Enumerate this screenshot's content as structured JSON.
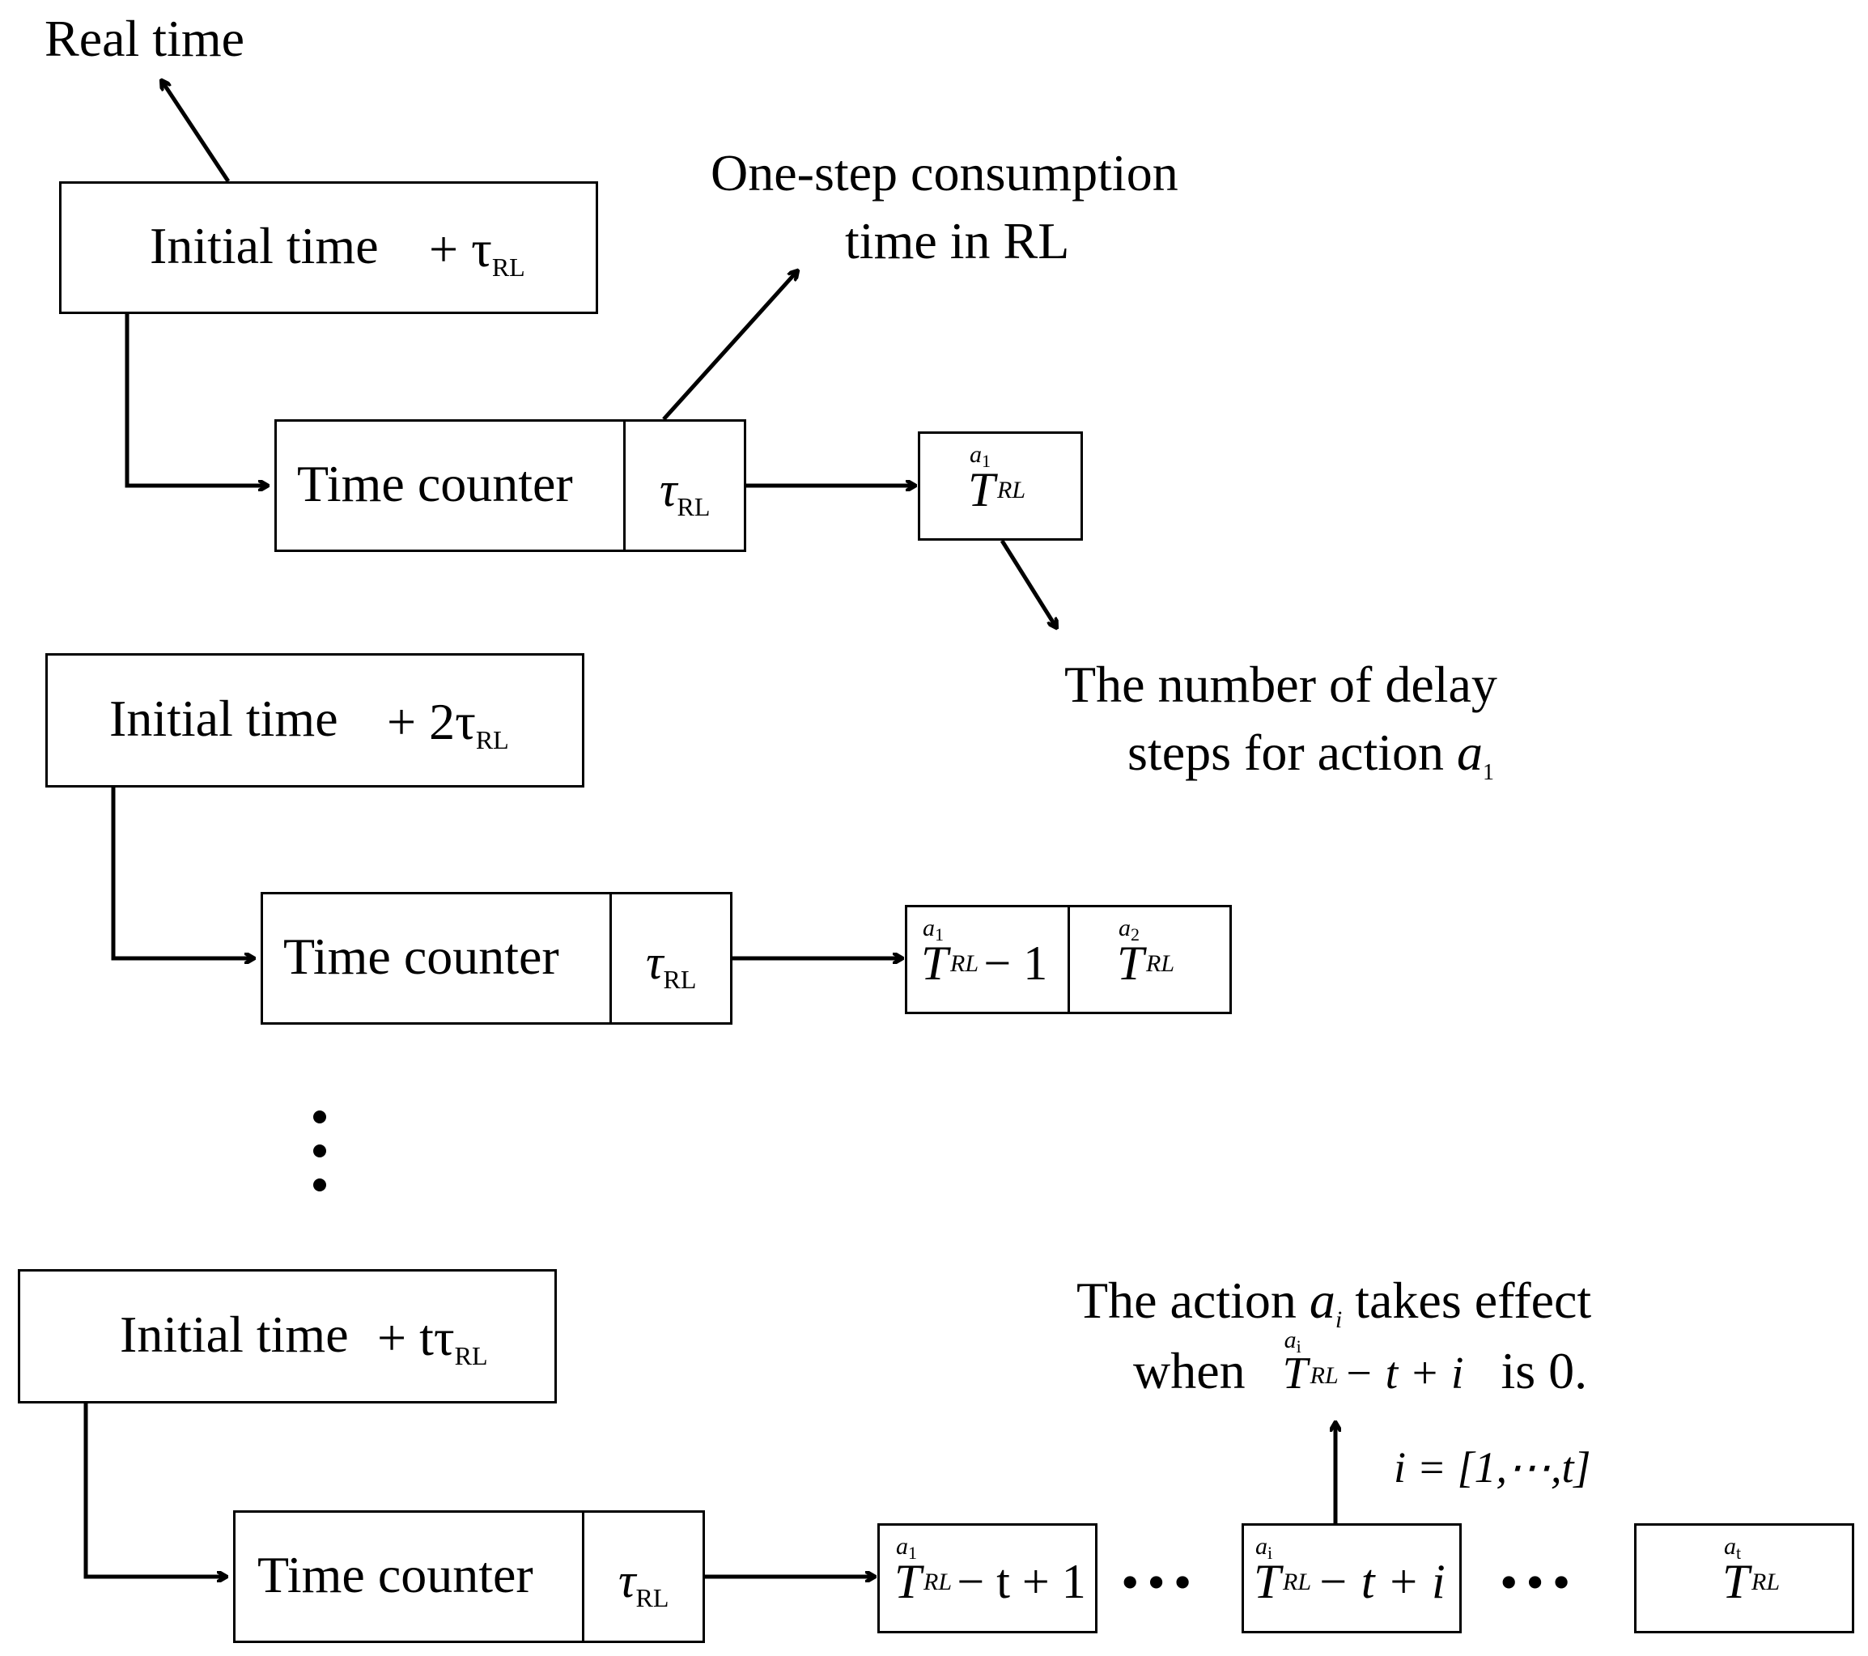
{
  "labels": {
    "real_time": "Real time",
    "one_step_line1": "One-step consumption",
    "one_step_line2": "time in RL",
    "delay_line1": "The number of delay",
    "delay_line2": "steps for action",
    "effect_line1_a": "The action",
    "effect_line1_b": "takes effect",
    "effect_line2_a": "when",
    "effect_line2_b": "is 0.",
    "index_range": "i = [1,⋯,t]"
  },
  "rows": [
    {
      "initial_label": "Initial time",
      "initial_suffix": "+ τ",
      "counter_label": "Time counter"
    },
    {
      "initial_label": "Initial time",
      "initial_suffix": "+ 2τ",
      "counter_label": "Time counter"
    },
    {
      "initial_label": "Initial time",
      "initial_suffix": "+ tτ",
      "counter_label": "Time counter"
    }
  ],
  "symbols": {
    "tau": "τ",
    "tau_sub": "RL",
    "T": "T",
    "RL": "RL",
    "a1": "a",
    "a1_idx": "1",
    "a2_idx": "2",
    "ai_idx": "i",
    "at_idx": "t",
    "minus1": "− 1",
    "minus_t_plus1": "− t + 1",
    "minus_t_plus_i": "− t + i",
    "ellipsis": "•••"
  },
  "colors": {
    "ink": "#000000",
    "background": "#ffffff"
  }
}
